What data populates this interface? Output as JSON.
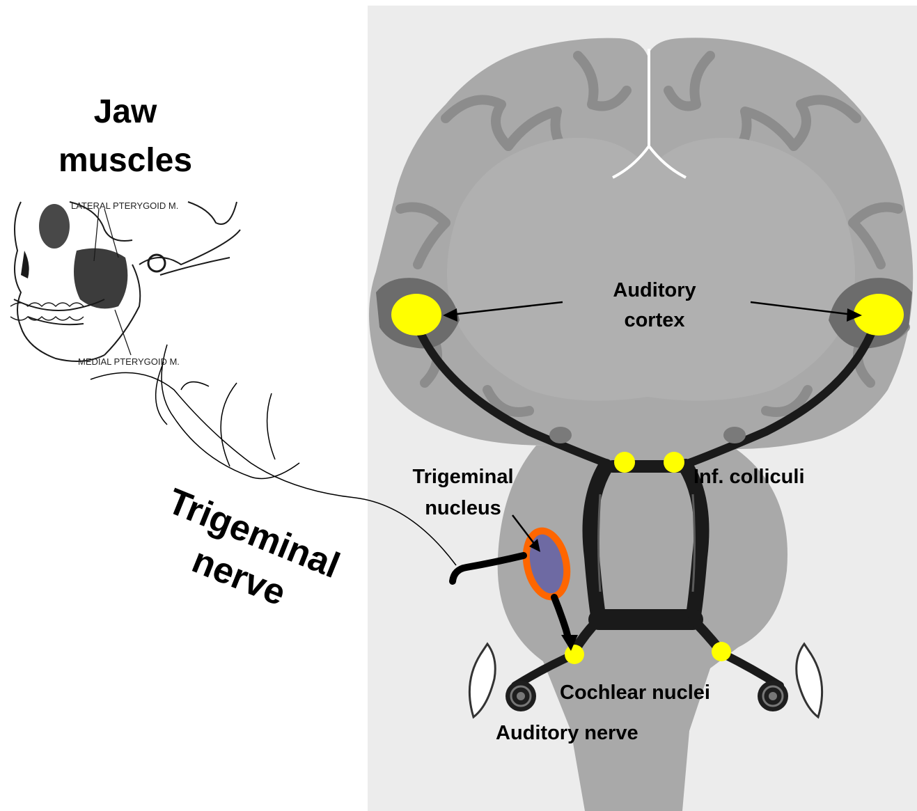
{
  "labels": {
    "jaw_line1": "Jaw",
    "jaw_line2": "muscles",
    "lateral_pterygoid": "LATERAL PTERYGOID M.",
    "medial_pterygoid": "MEDIAL PTERYGOID M.",
    "auditory_cortex_line1": "Auditory",
    "auditory_cortex_line2": "cortex",
    "trigeminal_nucleus_line1": "Trigeminal",
    "trigeminal_nucleus_line2": "nucleus",
    "inf_colliculi": "Inf. colliculi",
    "cochlear_nuclei": "Cochlear nuclei",
    "auditory_nerve": "Auditory nerve",
    "trigeminal_nerve_line1": "Trigeminal",
    "trigeminal_nerve_line2": "nerve"
  },
  "colors": {
    "brain_light": "#a9a9a9",
    "brain_dark": "#878787",
    "panel_bg": "#ececec",
    "tract": "#1a1a1a",
    "nucleus_yellow": "#ffff00",
    "trigeminal_ring": "#ff6600",
    "trigeminal_core": "#6e6aa3"
  }
}
